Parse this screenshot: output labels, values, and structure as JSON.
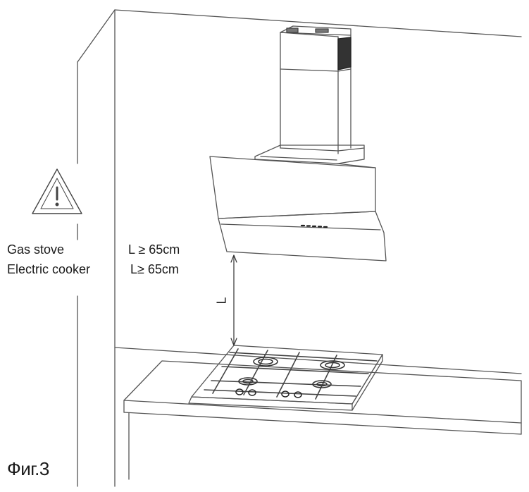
{
  "requirements": [
    {
      "appliance": "Gas stove",
      "condition": "L ≥ 65cm"
    },
    {
      "appliance": "Electric cooker",
      "condition": "L≥ 65cm"
    }
  ],
  "dimension_label": "L",
  "figure_label": "Фиг.3",
  "warning_icon": "warning-triangle-icon",
  "colors": {
    "line": "#555555",
    "dark": "#222222",
    "vent": "#333333"
  }
}
